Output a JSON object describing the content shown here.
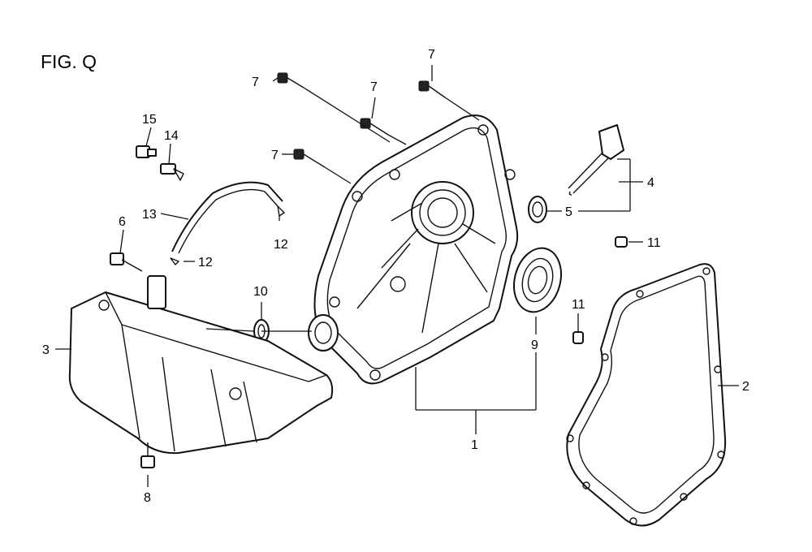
{
  "figure": {
    "title": "FIG. Q"
  },
  "callouts": {
    "c1": "1",
    "c2": "2",
    "c3": "3",
    "c4": "4",
    "c5": "5",
    "c6": "6",
    "c7a": "7",
    "c7b": "7",
    "c7c": "7",
    "c7d": "7",
    "c8": "8",
    "c9": "9",
    "c10": "10",
    "c11a": "11",
    "c11b": "11",
    "c12a": "12",
    "c12b": "12",
    "c13": "13",
    "c14": "14",
    "c15": "15"
  }
}
